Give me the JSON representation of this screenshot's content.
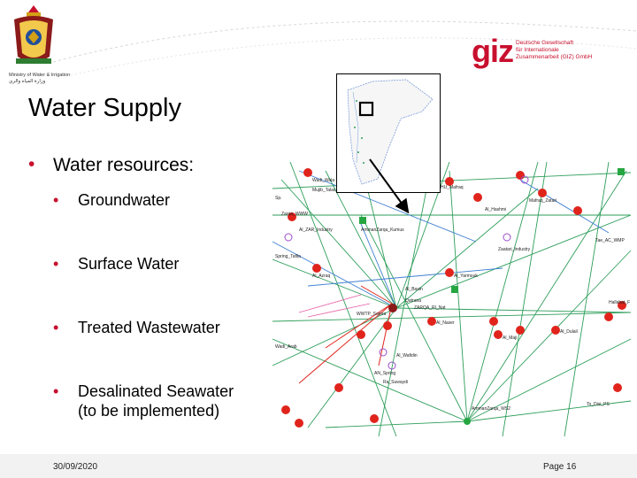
{
  "header": {
    "ministry_text": "Ministry of Water & Irrigation\nوزارة المياه والري",
    "giz_word": "giz",
    "giz_subtitle": "Deutsche Gesellschaft\nfür Internationale\nZusammenarbeit (GIZ) GmbH"
  },
  "slide": {
    "title": "Water Supply",
    "bullet": "Water resources:",
    "sub_bullets": [
      "Groundwater",
      "Surface Water",
      "Treated Wastewater",
      "Desalinated Seawater\n(to be implemented)"
    ]
  },
  "map": {
    "labels": [
      "Wadi_Wala",
      "Mujib_Talas",
      "Sp.",
      "Zarqa_WWW",
      "AmmanZarqa_Kumus",
      "Al_ZAR_Industry",
      "Spring_Tafila",
      "Al_Azraq",
      "Al_Basin",
      "Al_Yarmouk",
      "WWTP_Samra",
      "ZARQA_RI_Nat",
      "Al_Naser",
      "Qatrana",
      "Al_Dulail",
      "Al_Maji",
      "HU_Mafraq",
      "Mafraq_Zatari",
      "Al_Hashmi",
      "Zaatari_Industry",
      "Tae_AC_WMP",
      "Hallabat_F",
      "Ra_Suwaydi",
      "AmmanZarqa_WS2",
      "To_Disi_PS",
      "Al_Wafidin",
      "AN_Spring",
      "Wadi_Arab"
    ]
  },
  "footer": {
    "date": "30/09/2020",
    "page": "Page 16"
  },
  "colors": {
    "accent": "#c8102e",
    "green_link": "#2e9e5b",
    "node_red": "#e0241c",
    "node_green": "#26a641",
    "node_purple": "#9b4dca"
  }
}
